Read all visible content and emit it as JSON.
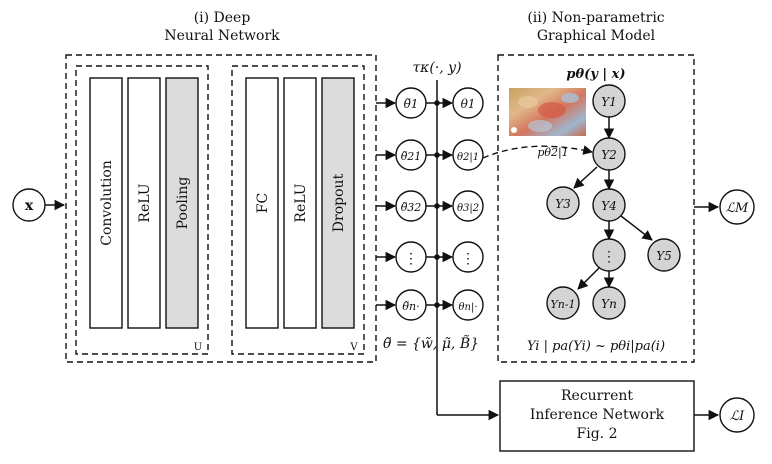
{
  "titles": {
    "dnn_line1": "(i) Deep",
    "dnn_line2": "Neural Network",
    "pgm_line1": "(ii) Non-parametric",
    "pgm_line2": "Graphical Model"
  },
  "input": "x",
  "layers_u": [
    "Convolution",
    "ReLU",
    "Pooling"
  ],
  "layers_v": [
    "FC",
    "ReLU",
    "Dropout"
  ],
  "group_u_label": "U",
  "group_v_label": "V",
  "tau_label": "τκ(·, y)",
  "theta_tilde_nodes": [
    "θ̃1",
    "θ̃21",
    "θ̃32",
    "⋮",
    "θ̃n·"
  ],
  "theta_nodes": [
    "θ1",
    "θ2|1",
    "θ3|2",
    "⋮",
    "θn|·"
  ],
  "theta_set": "θ̃ = {w̃, μ̃, B̃}",
  "pgm_header": "pθ(y | x)",
  "edge_label": "pθ2|1",
  "graph_nodes": [
    "Y1",
    "Y2",
    "Y3",
    "Y4",
    "⋮",
    "Y5",
    "Yn-1",
    "Yn"
  ],
  "pgm_formula": "Yi | pa(Yi) ~ pθi|pa(i)",
  "loss_m": "ℒM",
  "loss_i": "ℒI",
  "inference_box": [
    "Recurrent",
    "Inference Network",
    "Fig. 2"
  ]
}
